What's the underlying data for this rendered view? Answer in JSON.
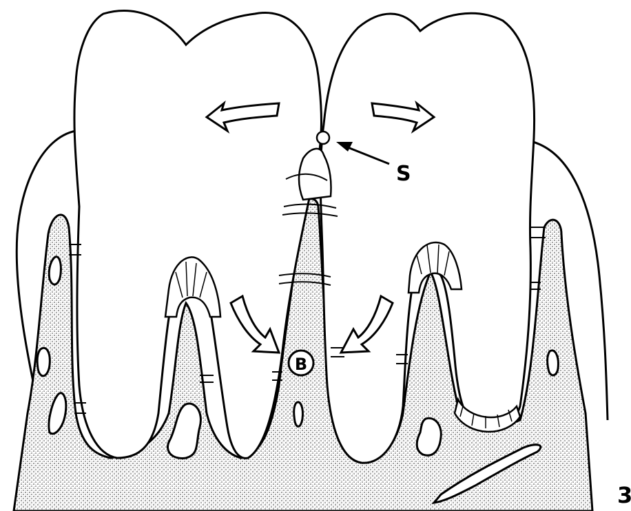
{
  "labels": {
    "contact_point": "S",
    "bone_crest": "B",
    "figure_number": "3"
  },
  "colors": {
    "ink": "#000000",
    "paper": "#ffffff",
    "bone_stipple": "#777777"
  }
}
